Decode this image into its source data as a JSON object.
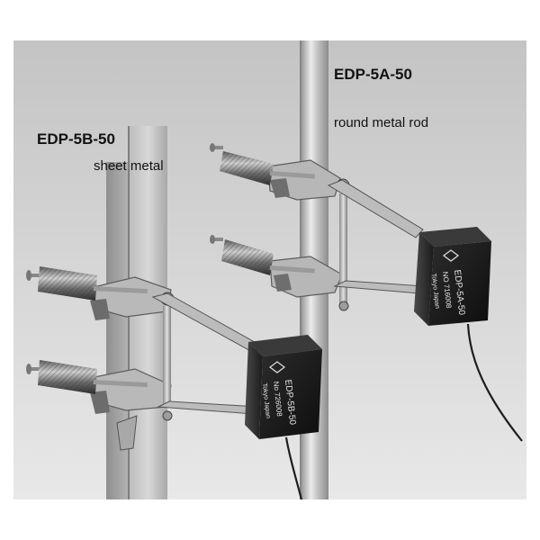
{
  "labels": {
    "model_a": "EDP-5A-50",
    "model_a_target": "round metal rod",
    "model_b": "EDP-5B-50",
    "model_b_target": "sheet metal"
  },
  "sensor_a": {
    "model_marking": "EDP-5A-50",
    "serial_marking": "NO 716008",
    "maker_marking": "Tokyo Japan"
  },
  "sensor_b": {
    "model_marking": "EDP-5B-50",
    "serial_marking": "No 726008",
    "maker_marking": "Tokyo Japan"
  },
  "colors": {
    "backdrop_top": "#c6c6c6",
    "backdrop_bottom": "#e6e6e6",
    "metal_light": "#d4d4d4",
    "metal_dark": "#8a8a8a",
    "sensor_body": "#1a1a1a",
    "sensor_marking": "#e8e8e8"
  }
}
